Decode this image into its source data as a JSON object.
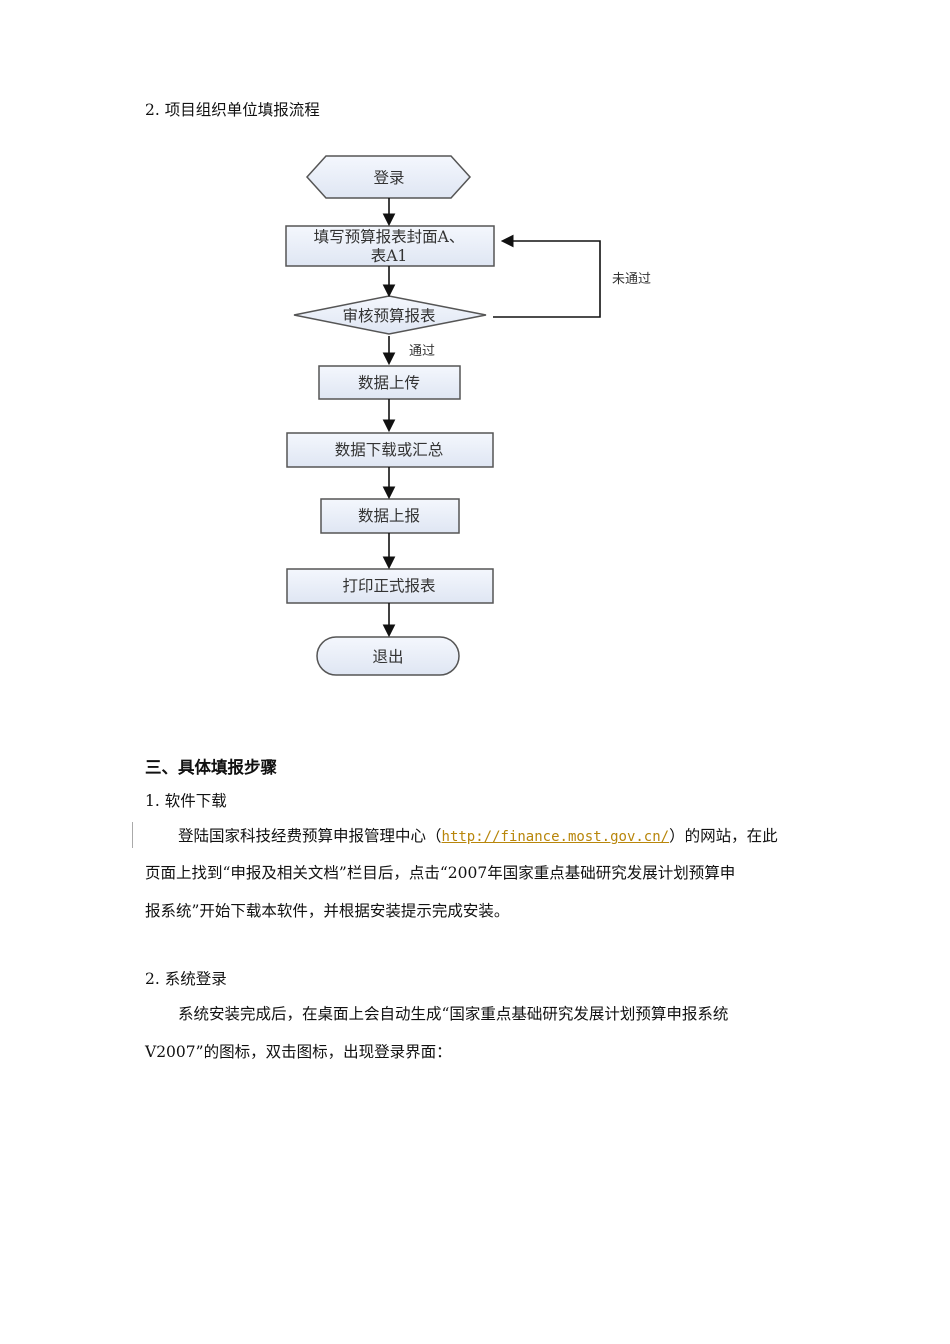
{
  "section2_heading": "2.  项目组织单位填报流程",
  "flowchart": {
    "start": "登录",
    "fill_line1": "填写预算报表封面A、",
    "fill_line2": "表A1",
    "review": "审核预算报表",
    "fail_label": "未通过",
    "pass_label": "通过",
    "upload": "数据上传",
    "download": "数据下载或汇总",
    "report": "数据上报",
    "print": "打印正式报表",
    "exit": "退出"
  },
  "section3_heading": "三、具体填报步骤",
  "step1": {
    "title": "1.  软件下载",
    "p1_a": "登陆国家科技经费预算申报管理中心（",
    "link": "http://finance.most.gov.cn/",
    "p1_b": "）的网站，在此",
    "line2": "页面上找到“申报及相关文档”栏目后，点击“2007年国家重点基础研究发展计划预算申",
    "line3": "报系统”开始下载本软件，并根据安装提示完成安装。"
  },
  "step2": {
    "title": "2.  系统登录",
    "line1": "系统安装完成后，在桌面上会自动生成“国家重点基础研究发展计划预算申报系统",
    "line2": "V2007”的图标，双击图标，出现登录界面："
  }
}
